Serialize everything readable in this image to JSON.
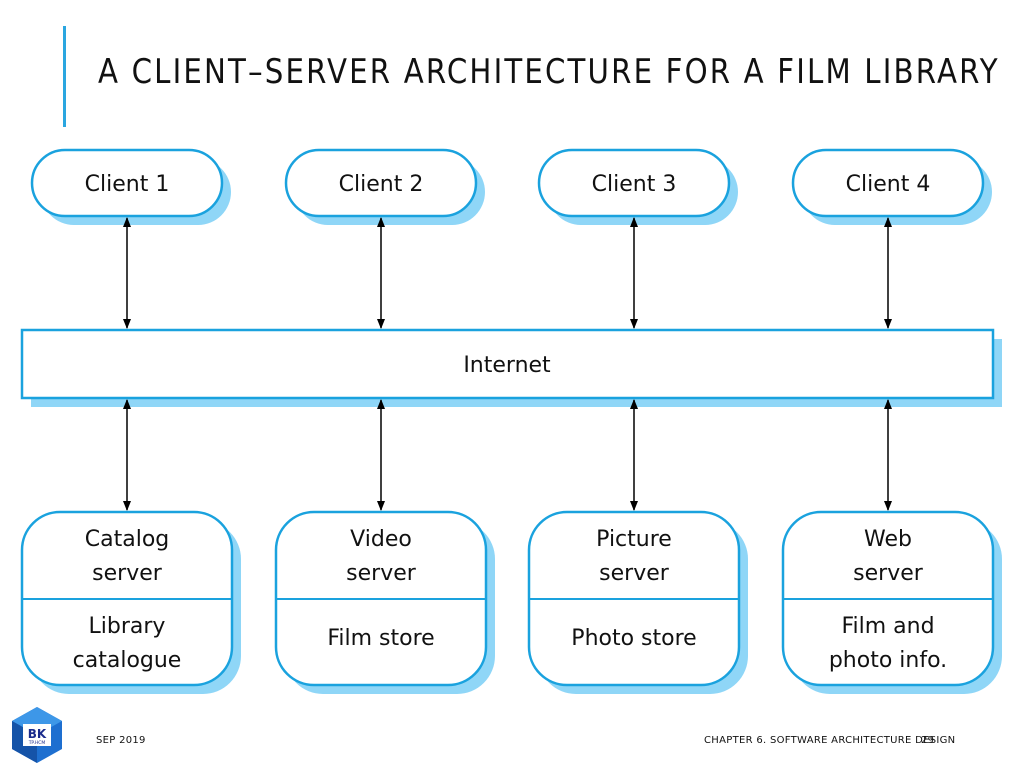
{
  "slide": {
    "title": "A CLIENT–SERVER ARCHITECTURE FOR A FILM LIBRARY"
  },
  "diagram": {
    "clients": [
      {
        "label": "Client 1"
      },
      {
        "label": "Client 2"
      },
      {
        "label": "Client 3"
      },
      {
        "label": "Client 4"
      }
    ],
    "network": {
      "label": "Internet"
    },
    "servers": [
      {
        "name_lines": [
          "Catalog",
          "server"
        ],
        "store_lines": [
          "Library",
          "catalogue"
        ]
      },
      {
        "name_lines": [
          "Video",
          "server"
        ],
        "store_lines": [
          "Film store"
        ]
      },
      {
        "name_lines": [
          "Picture",
          "server"
        ],
        "store_lines": [
          "Photo store"
        ]
      },
      {
        "name_lines": [
          "Web",
          "server"
        ],
        "store_lines": [
          "Film and",
          "photo info."
        ]
      }
    ],
    "colors": {
      "stroke": "#1aa2de",
      "shadow": "#8fd6f7",
      "accent": "#2aa6e0"
    }
  },
  "footer": {
    "date": "Sep 2019",
    "chapter": "CHAPTER 6. SOFTWARE ARCHITECTURE DESIGN",
    "page": "29"
  },
  "logo": {
    "text": "BK",
    "subtext": "TP.HCM",
    "icon": "university-logo-icon"
  }
}
